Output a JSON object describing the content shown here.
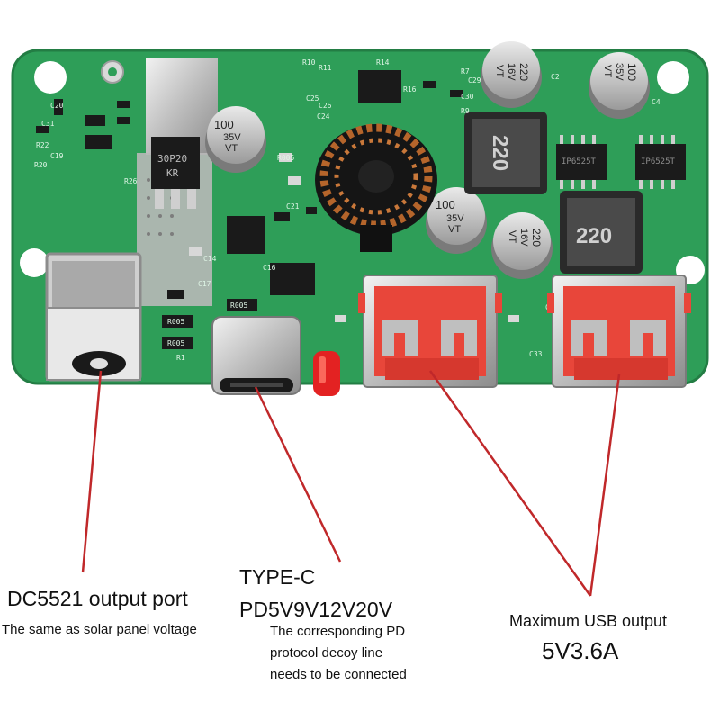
{
  "annotations": {
    "dc_port": {
      "title": "DC5521 output port",
      "subtitle": "The same as solar panel voltage"
    },
    "type_c": {
      "title": "TYPE-C",
      "voltages": "PD5V9V12V20V",
      "note_lines": [
        "The corresponding PD",
        "protocol decoy line",
        "needs to be connected"
      ]
    },
    "usb": {
      "title": "Maximum USB output",
      "value": "5V3.6A"
    }
  },
  "components": {
    "cap_100_35v_left": [
      "100",
      "35V",
      "VT"
    ],
    "cap_220_16v_top": [
      "220",
      "16V",
      "VT"
    ],
    "cap_100_35v_top": [
      "100",
      "35V",
      "VT"
    ],
    "cap_100_35v_mid": [
      "100",
      "35V",
      "VT"
    ],
    "cap_220_16v_mid": [
      "220",
      "16V",
      "VT"
    ],
    "inductor_top": "220",
    "inductor_bottom": "220",
    "regulator": [
      "30P20",
      "KR"
    ],
    "chip_1": [
      "IP6525T"
    ],
    "chip_2": [
      "IP6525T"
    ],
    "silk_labels": [
      "R10",
      "R11",
      "R14",
      "R7",
      "R9",
      "C25",
      "C26",
      "R16",
      "C24",
      "C20",
      "C31",
      "R22",
      "C19",
      "R20",
      "C21",
      "R26",
      "C29",
      "C30",
      "C2",
      "C4",
      "R005",
      "R005",
      "R005",
      "R005",
      "C33",
      "C6",
      "C14",
      "C17",
      "C16",
      "R1"
    ]
  },
  "colors": {
    "pcb": "#2e9e58",
    "pcb_dark": "#1f7a3f",
    "pointer": "#c0282a",
    "usb_plastic": "#e8463a"
  }
}
